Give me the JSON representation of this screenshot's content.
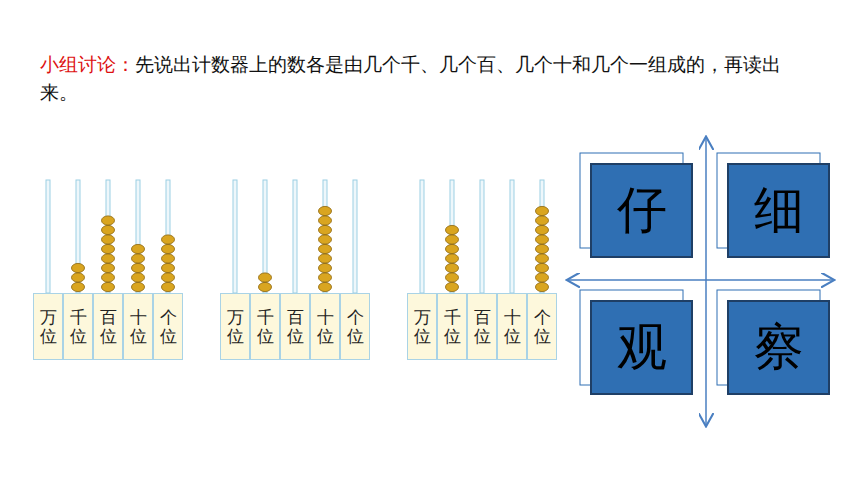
{
  "diagram": {
    "nodes": [
      {
        "text": [
          "万位"
        ]
      },
      {
        "text": [
          "千位"
        ]
      },
      {
        "text": [
          "百位"
        ]
      },
      {
        "text": [
          "十位"
        ]
      },
      {
        "text": [
          "个位"
        ]
      },
      {
        "text": [
          "万位"
        ]
      },
      {
        "text": [
          "千位"
        ]
      },
      {
        "text": [
          "百位"
        ]
      },
      {
        "text": [
          "十位"
        ]
      },
      {
        "text": [
          "个位"
        ]
      },
      {
        "text": [
          "万位"
        ]
      },
      {
        "text": [
          "千位"
        ]
      },
      {
        "text": [
          "百位"
        ]
      },
      {
        "text": [
          "十位"
        ]
      },
      {
        "text": [
          "个位"
        ]
      },
      {
        "text": [
          "仔"
        ]
      },
      {
        "text": [
          "细"
        ]
      },
      {
        "text": [
          "观"
        ]
      },
      {
        "text": [
          "察"
        ]
      }
    ],
    "labels": [
      "小组讨论：",
      "先说出计数器上的数各是由几个千、几个百、几个十和几个一组成的，再读出来。"
    ]
  }
}
